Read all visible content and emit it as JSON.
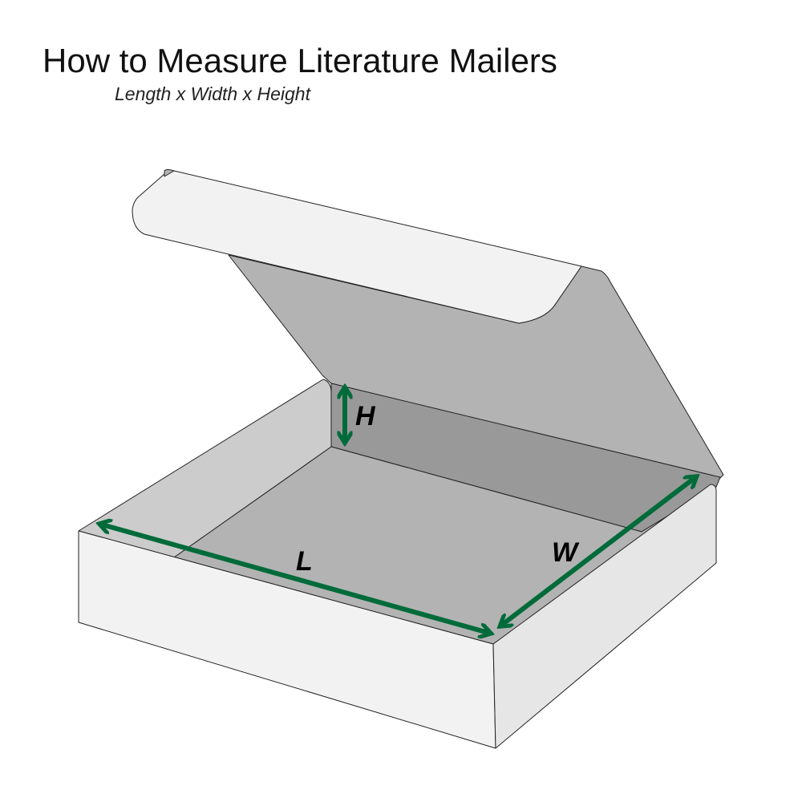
{
  "header": {
    "title": "How to Measure Literature Mailers",
    "subtitle": "Length x Width x Height"
  },
  "diagram": {
    "labels": {
      "length": "L",
      "width": "W",
      "height": "H"
    },
    "colors": {
      "arrow": "#006b3a",
      "outer_face": "#f2f2f2",
      "side_face": "#e6e6e6",
      "lid_inner": "#b3b3b3",
      "back_wall": "#999999",
      "left_wall": "#cccccc",
      "floor": "#b3b3b3"
    }
  }
}
